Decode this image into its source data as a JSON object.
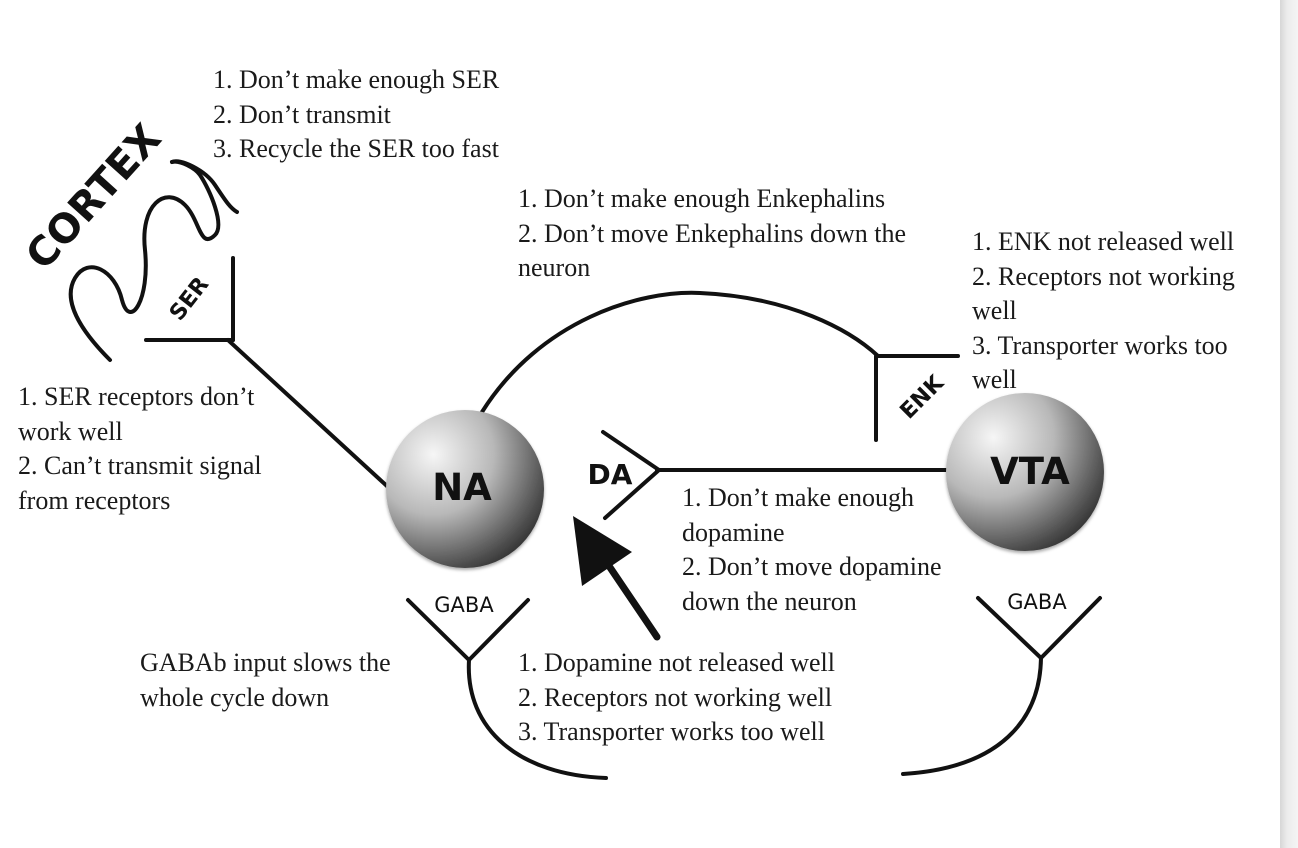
{
  "nodes": {
    "cortex": "CORTEX",
    "ser": "SER",
    "na": "NA",
    "vta": "VTA",
    "da": "DA",
    "enk": "ENK",
    "gaba_left": "GABA",
    "gaba_right": "GABA"
  },
  "notes": {
    "ser_production": "1. Don’t make enough SER\n2. Don’t transmit\n3. Recycle the SER too fast",
    "enk_production": "1. Don’t make enough Enkephalins\n2. Don’t move Enkephalins down the\nneuron",
    "enk_release": "1. ENK not released well\n2. Receptors not working\nwell\n3. Transporter works too\nwell",
    "ser_receptors": "1. SER receptors don’t\nwork well\n2. Can’t transmit signal\nfrom receptors",
    "da_production": "1. Don’t make enough\ndopamine\n2. Don’t move dopamine\ndown the neuron",
    "gabab": "GABAb input slows the\nwhole cycle down",
    "da_release": "1. Dopamine not released well\n2. Receptors not working well\n3. Transporter works too well"
  },
  "colors": {
    "line": "#111111",
    "sphere_light": "#f4f4f4",
    "sphere_dark": "#2a2a2a"
  }
}
